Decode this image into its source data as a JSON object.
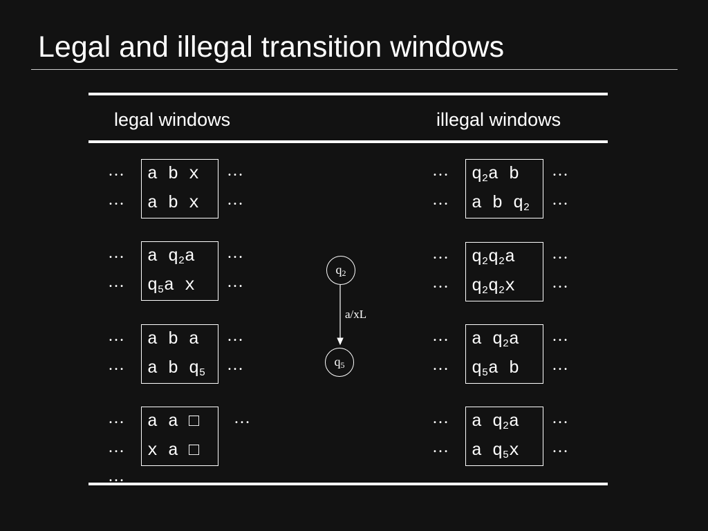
{
  "slide": {
    "title": "Legal and illegal transition windows",
    "legal_header": "legal windows",
    "illegal_header": "illegal windows",
    "ellipsis": "…"
  },
  "legal_windows": [
    {
      "top": [
        [
          "a b x",
          ""
        ]
      ],
      "bottom": [
        [
          "a b x",
          ""
        ]
      ]
    },
    {
      "top": [
        [
          "a q",
          "2"
        ],
        [
          "a",
          ""
        ]
      ],
      "bottom": [
        [
          "q",
          "5"
        ],
        [
          "a x",
          ""
        ]
      ]
    },
    {
      "top": [
        [
          "a b a",
          ""
        ]
      ],
      "bottom": [
        [
          "a b q",
          "5"
        ]
      ]
    },
    {
      "top": [
        [
          "a a □",
          ""
        ]
      ],
      "bottom": [
        [
          "x a □",
          ""
        ]
      ]
    }
  ],
  "illegal_windows": [
    {
      "top": [
        [
          "q",
          "2"
        ],
        [
          "a b",
          ""
        ]
      ],
      "bottom": [
        [
          "a b q",
          "2"
        ]
      ]
    },
    {
      "top": [
        [
          "q",
          "2"
        ],
        [
          "q",
          "2"
        ],
        [
          "a",
          ""
        ]
      ],
      "bottom": [
        [
          "q",
          "2"
        ],
        [
          "q",
          "2"
        ],
        [
          "x",
          ""
        ]
      ]
    },
    {
      "top": [
        [
          "a q",
          "2"
        ],
        [
          "a",
          ""
        ]
      ],
      "bottom": [
        [
          "q",
          "5"
        ],
        [
          "a b",
          ""
        ]
      ]
    },
    {
      "top": [
        [
          "a q",
          "2"
        ],
        [
          "a",
          ""
        ]
      ],
      "bottom": [
        [
          "a q",
          "5"
        ],
        [
          "x",
          ""
        ]
      ]
    }
  ],
  "diagram": {
    "node_top": {
      "letter": "q",
      "sub": "2"
    },
    "node_bottom": {
      "letter": "q",
      "sub": "5"
    },
    "edge_label": "a/xL"
  }
}
